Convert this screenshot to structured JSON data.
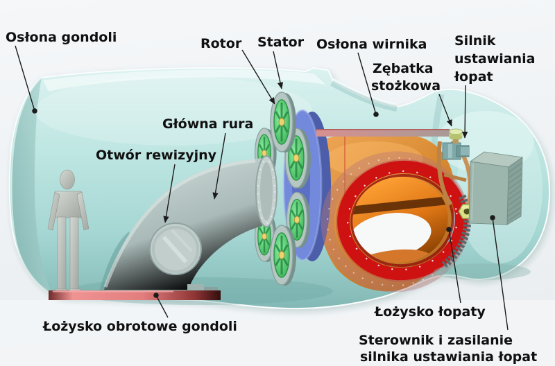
{
  "diagram": {
    "subject": "wind-turbine-nacelle-cutaway",
    "labels": {
      "nacelle_cover": "Osłona gondoli",
      "rotor": "Rotor",
      "stator": "Stator",
      "rotor_cover": "Osłona wirnika",
      "bevel_gear_1": "Zębatka",
      "bevel_gear_2": "stożkowa",
      "pitch_motor_1": "Silnik",
      "pitch_motor_2": "ustawiania",
      "pitch_motor_3": "łopat",
      "main_tube": "Główna rura",
      "inspection_hole": "Otwór rewizyjny",
      "yaw_bearing": "Łożysko obrotowe gondoli",
      "blade_bearing": "Łożysko łopaty",
      "pitch_controller_1": "Sterownik i zasilanie",
      "pitch_controller_2": "silnika ustawiania łopat"
    },
    "colors": {
      "background": "#f1f3f5",
      "nacelle_teal": "#bfe7e3",
      "bearing_red": "#ce1212",
      "hub_orange": "#e08428",
      "generator_ring_blue": "#7289dc",
      "disc_green": "#49c96a",
      "disc_hub_yellow": "#ecd36e",
      "yaw_bearing_pink": "#e27d7d",
      "label_text": "#101010"
    }
  }
}
